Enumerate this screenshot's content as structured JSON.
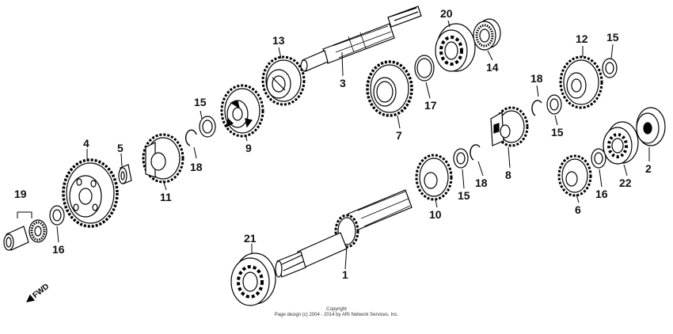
{
  "copyright": {
    "line1": "Copyright",
    "line2": "Page design (c) 2004 - 2014 by ARI Network Services, Inc."
  },
  "fwd_label": "FWD",
  "labels": {
    "p1": "1",
    "p2": "2",
    "p3": "3",
    "p4": "4",
    "p5": "5",
    "p6": "6",
    "p7": "7",
    "p8": "8",
    "p9": "9",
    "p10": "10",
    "p11": "11",
    "p12": "12",
    "p13": "13",
    "p14": "14",
    "p15a": "15",
    "p15b": "15",
    "p15c": "15",
    "p15d": "15",
    "p16a": "16",
    "p16b": "16",
    "p17": "17",
    "p18a": "18",
    "p18b": "18",
    "p18c": "18",
    "p19": "19",
    "p20": "20",
    "p21": "21",
    "p22": "22"
  }
}
